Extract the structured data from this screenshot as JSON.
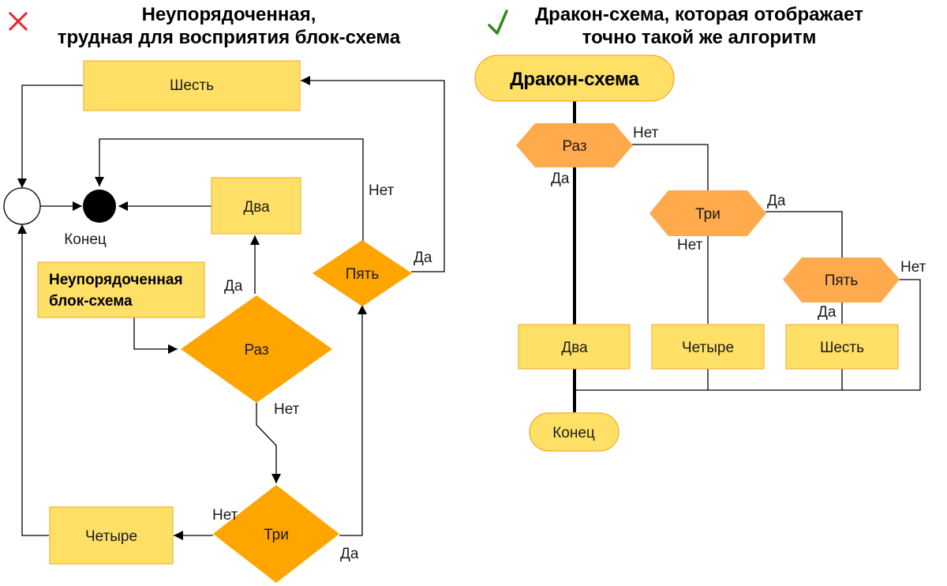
{
  "left": {
    "title_line1": "Неупорядоченная,",
    "title_line2": "трудная для восприятия блок-схема",
    "nodes": {
      "shest": "Шесть",
      "dva": "Два",
      "pyat": "Пять",
      "raz": "Раз",
      "tri": "Три",
      "chetyre": "Четыре",
      "konec": "Конец",
      "start_line1": "Неупорядоченная",
      "start_line2": "блок-схема"
    },
    "labels": {
      "pyat_no": "Нет",
      "pyat_yes": "Да",
      "raz_yes": "Да",
      "raz_no": "Нет",
      "tri_no": "Нет",
      "tri_yes": "Да"
    }
  },
  "right": {
    "title_line1": "Дракон-схема, которая отображает",
    "title_line2": "точно такой же алгоритм",
    "nodes": {
      "header": "Дракон-схема",
      "raz": "Раз",
      "tri": "Три",
      "pyat": "Пять",
      "dva": "Два",
      "chetyre": "Четыре",
      "shest": "Шесть",
      "konec": "Конец"
    },
    "labels": {
      "raz_no": "Нет",
      "raz_yes": "Да",
      "tri_yes": "Да",
      "tri_no": "Нет",
      "pyat_no": "Нет",
      "pyat_yes": "Да"
    }
  },
  "colors": {
    "box_fill": "#ffe066",
    "box_stroke": "#f5a623",
    "diamond_fill": "#ffa500",
    "hex_fill": "#ffaa4d",
    "cross_red": "#e8232b",
    "check_green": "#2e8b1e"
  },
  "icons": {
    "bad": "cross-icon",
    "good": "check-icon"
  }
}
